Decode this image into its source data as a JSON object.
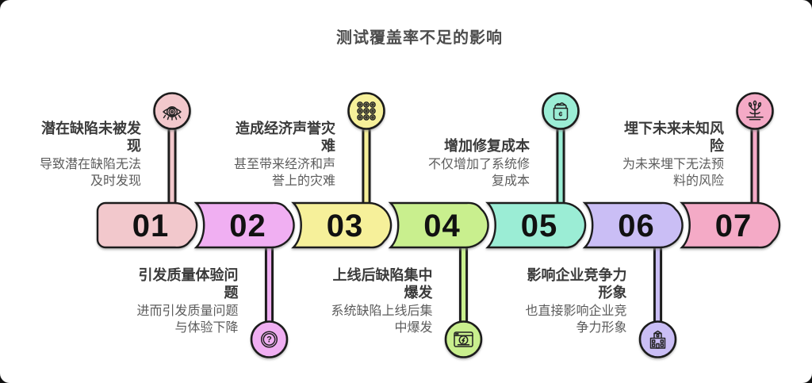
{
  "page": {
    "background": "#111111",
    "card_background": "#ffffff"
  },
  "header": {
    "title": "测试覆盖率不足的影响",
    "title_color": "#4d4d4d"
  },
  "diagram": {
    "outline_color": "#1a1a1a",
    "number_color": "#111111",
    "item_title_color": "#3a3a3a",
    "item_desc_color": "#5c5c5c",
    "items": [
      {
        "number": "01",
        "position": "top",
        "title": "潜在缺陷未被发现",
        "description": "导致潜在缺陷无法及时发现",
        "color": "#f2c8cc",
        "icon": "eye-icon"
      },
      {
        "number": "02",
        "position": "bottom",
        "title": "引发质量体验问题",
        "description": "进而引发质量问题与体验下降",
        "color": "#f0aff2",
        "icon": "question-icon"
      },
      {
        "number": "03",
        "position": "top",
        "title": "造成经济声誉灾难",
        "description": "甚至带来经济和声誉上的灾难",
        "color": "#f6f09a",
        "icon": "coins-icon"
      },
      {
        "number": "04",
        "position": "bottom",
        "title": "上线后缺陷集中爆发",
        "description": "系统缺陷上线后集中爆发",
        "color": "#c9ef8e",
        "icon": "crash-window-icon"
      },
      {
        "number": "05",
        "position": "top",
        "title": "增加修复成本",
        "description": "不仅增加了系统修复成本",
        "color": "#9bedd5",
        "icon": "cost-jar-icon"
      },
      {
        "number": "06",
        "position": "bottom",
        "title": "影响企业竞争力形象",
        "description": "也直接影响企业竞争力形象",
        "color": "#cabef5",
        "icon": "building-icon"
      },
      {
        "number": "07",
        "position": "top",
        "title": "埋下未来未知风险",
        "description": "为未来埋下无法预料的风险",
        "color": "#f4aac6",
        "icon": "plant-icon"
      }
    ]
  }
}
